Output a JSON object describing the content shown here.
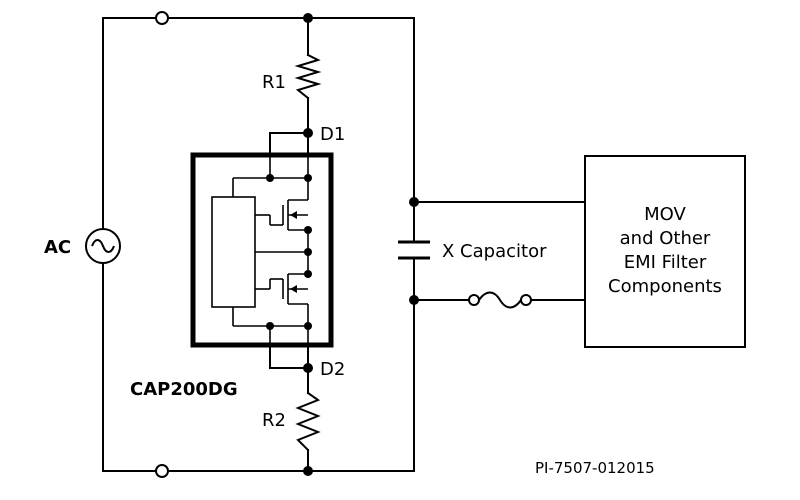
{
  "labels": {
    "ac": "AC",
    "r1": "R1",
    "r2": "R2",
    "d1": "D1",
    "d2": "D2",
    "ic": "CAP200DG",
    "capacitor": "X Capacitor",
    "box_line1": "MOV",
    "box_line2": "and Other",
    "box_line3": "EMI Filter",
    "box_line4": "Components",
    "part_number": "PI-7507-012015"
  }
}
